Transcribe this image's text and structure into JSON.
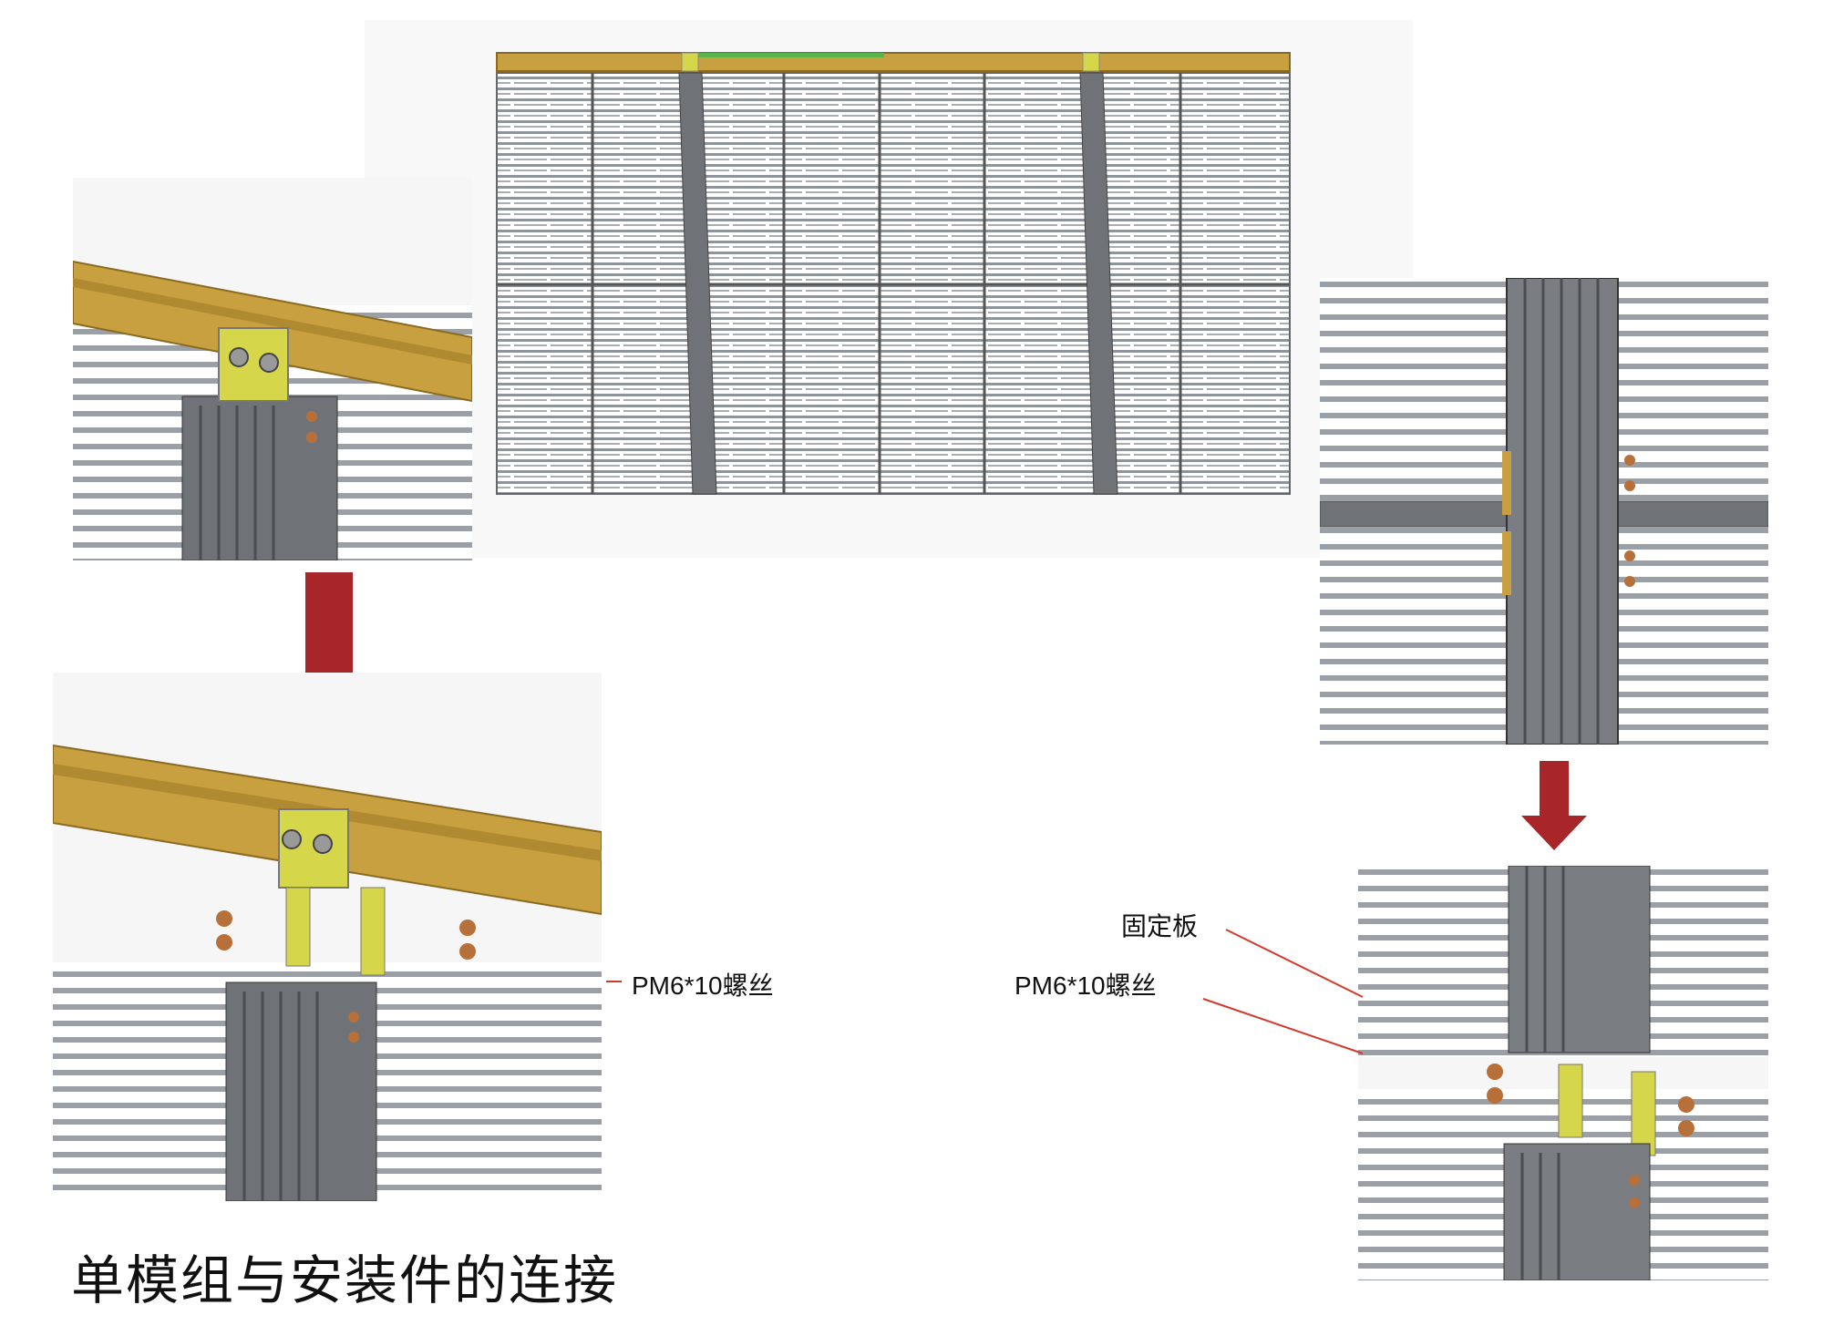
{
  "caption": "单模组与安装件的连接",
  "labels": {
    "screw_left": "PM6*10螺丝",
    "screw_right": "PM6*10螺丝",
    "fixing_plate": "固定板"
  },
  "colors": {
    "beam_gold": "#c9a040",
    "bracket_yellow": "#d6d64a",
    "post_gray": "#6f7378",
    "fin_gray": "#9aa0a6",
    "arrow_red": "#a8262a",
    "callout_red": "#d33a2c",
    "screw_copper": "#b8703a"
  },
  "icons": [
    "down-arrow-icon",
    "down-arrow-icon"
  ]
}
